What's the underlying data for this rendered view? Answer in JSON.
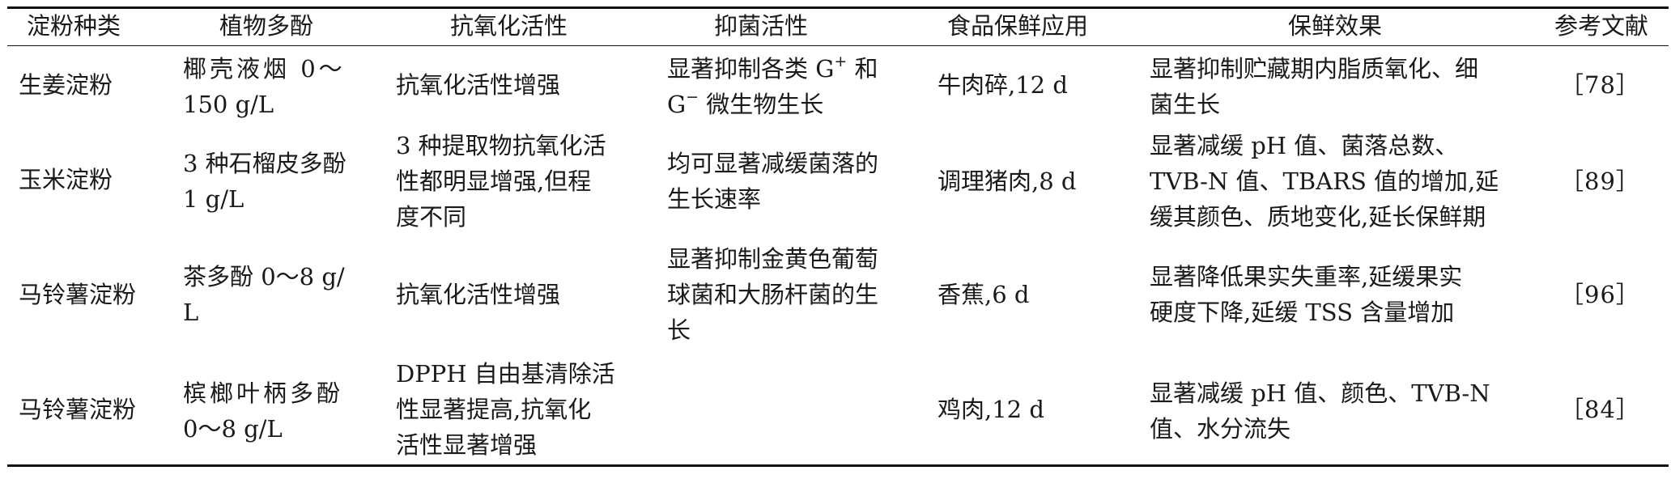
{
  "headers": [
    "淀粉种类",
    "植物多酚",
    "抗氧化活性",
    "抑菌活性",
    "食品保鲜应用",
    "保鲜效果",
    "参考文献"
  ],
  "rows": [
    {
      "starch": "生姜淀粉",
      "polyphenol": [
        "椰壳液烟 0～",
        "150 g/L"
      ],
      "antioxidant": [
        "抗氧化活性增强"
      ],
      "antibacterial": {
        "line1_a": "显著抑制各类 G",
        "line1_sup": "+",
        "line1_b": " 和",
        "line2_a": "G",
        "line2_sup": "−",
        "line2_b": " 微生物生长"
      },
      "application": "牛肉碎,12 d",
      "effect": [
        "显著抑制贮藏期内脂质氧化、细",
        "菌生长"
      ],
      "ref": "［78］"
    },
    {
      "starch": "玉米淀粉",
      "polyphenol": [
        "3 种石榴皮多酚",
        "1 g/L"
      ],
      "antioxidant": [
        "3 种提取物抗氧化活",
        "性都明显增强,但程",
        "度不同"
      ],
      "antibacterial": [
        "均可显著减缓菌落的",
        "生长速率"
      ],
      "application": "调理猪肉,8 d",
      "effect": [
        "显著减缓 pH 值、菌落总数、",
        "TVB-N 值、TBARS 值的增加,延",
        "缓其颜色、质地变化,延长保鲜期"
      ],
      "ref": "［89］"
    },
    {
      "starch": "马铃薯淀粉",
      "polyphenol": [
        "茶多酚 0～8 g/",
        "L"
      ],
      "antioxidant": [
        "抗氧化活性增强"
      ],
      "antibacterial": [
        "显著抑制金黄色葡萄",
        "球菌和大肠杆菌的生",
        "长"
      ],
      "application": "香蕉,6 d",
      "effect": [
        "显著降低果实失重率,延缓果实",
        "硬度下降,延缓 TSS 含量增加"
      ],
      "ref": "［96］"
    },
    {
      "starch": "马铃薯淀粉",
      "polyphenol": [
        "槟榔叶柄多酚",
        "0～8 g/L"
      ],
      "antioxidant": [
        "DPPH 自由基清除活",
        "性显著提高,抗氧化",
        "活性显著增强"
      ],
      "antibacterial": [],
      "application": "鸡肉,12 d",
      "effect": [
        "显著减缓 pH 值、颜色、TVB-N",
        "值、水分流失"
      ],
      "ref": "［84］"
    }
  ]
}
